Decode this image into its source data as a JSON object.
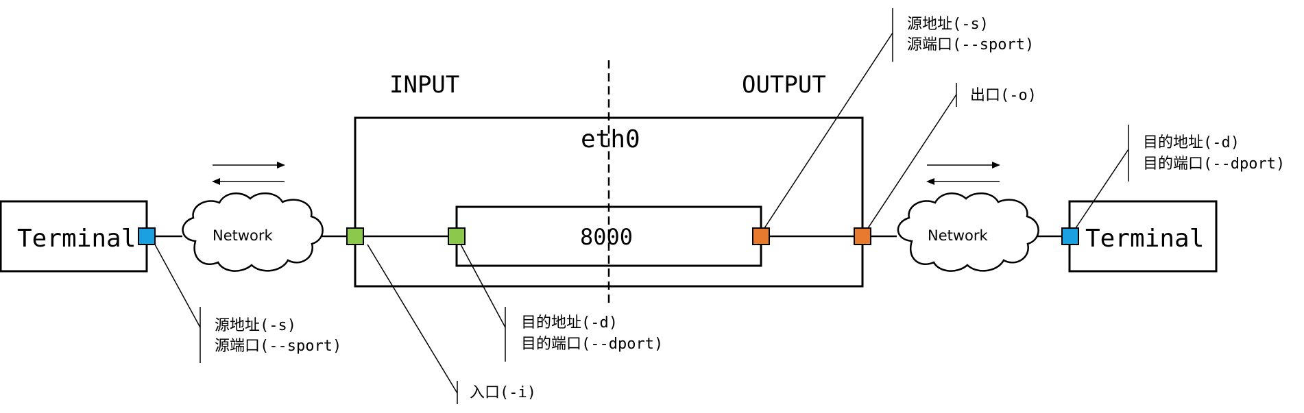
{
  "sections": {
    "input": "INPUT",
    "output": "OUTPUT"
  },
  "left_terminal": {
    "label": "Terminal"
  },
  "right_terminal": {
    "label": "Terminal"
  },
  "left_network": {
    "label": "Network"
  },
  "right_network": {
    "label": "Network"
  },
  "interface": {
    "label": "eth0"
  },
  "port_box": {
    "label": "8000"
  },
  "annotations": {
    "left_source": {
      "line1": "源地址(-s)",
      "line2": "源端口(--sport)"
    },
    "ingress": {
      "line1": "入口(-i)"
    },
    "dest": {
      "line1": "目的地址(-d)",
      "line2": "目的端口(--dport)"
    },
    "top_source": {
      "line1": "源地址(-s)",
      "line2": "源端口(--sport)"
    },
    "egress": {
      "line1": "出口(-o)"
    },
    "right_dest": {
      "line1": "目的地址(-d)",
      "line2": "目的端口(--dport)"
    }
  },
  "colors": {
    "terminal_port": "#1ba1e2",
    "input_port": "#8cc84b",
    "output_port": "#e87a2f",
    "stroke": "#000000"
  }
}
